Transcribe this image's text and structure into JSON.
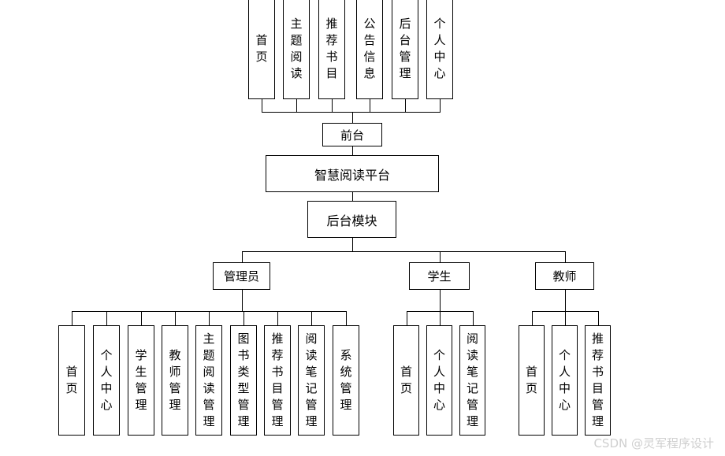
{
  "top_modules": [
    "首页",
    "主题阅读",
    "推荐书目",
    "公告信息",
    "后台管理",
    "个人中心"
  ],
  "front": "前台",
  "platform": "智慧阅读平台",
  "backend": "后台模块",
  "roles": [
    {
      "name": "管理员",
      "modules": [
        "首页",
        "个人中心",
        "学生管理",
        "教师管理",
        "主题阅读管理",
        "图书类型管理",
        "推荐书目管理",
        "阅读笔记管理",
        "系统管理"
      ]
    },
    {
      "name": "学生",
      "modules": [
        "首页",
        "个人中心",
        "阅读笔记管理"
      ]
    },
    {
      "name": "教师",
      "modules": [
        "首页",
        "个人中心",
        "推荐书目管理"
      ]
    }
  ],
  "watermark": "CSDN @灵军程序设计"
}
